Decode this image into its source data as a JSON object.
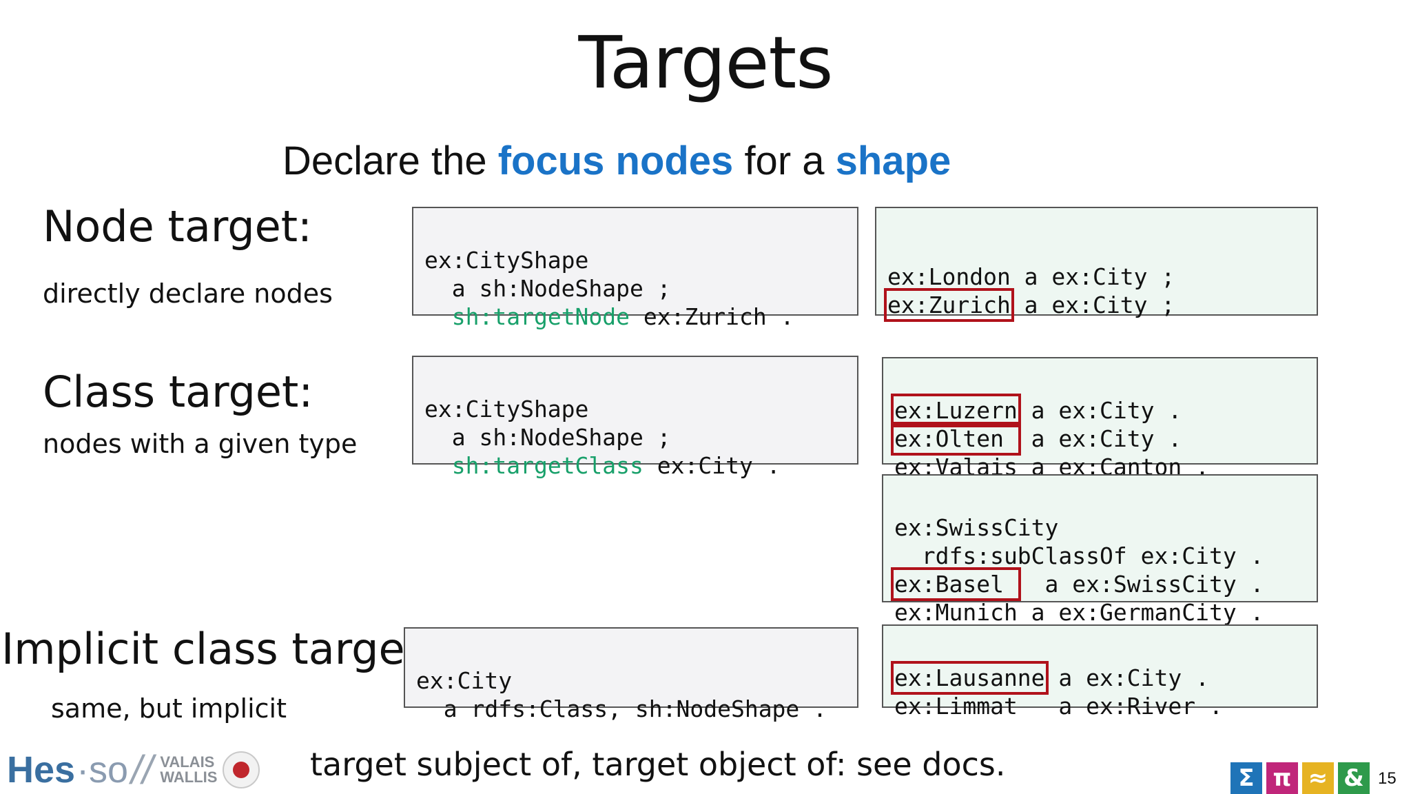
{
  "title": "Targets",
  "subtitle": {
    "part1": "Declare the ",
    "focus": "focus nodes",
    "part2": " for a ",
    "shape": "shape"
  },
  "sections": {
    "node": {
      "title": "Node target:",
      "desc": "directly declare nodes"
    },
    "class": {
      "title": "Class target:",
      "desc": "nodes with a given type"
    },
    "implicit": {
      "title": "Implicit class target:",
      "desc": "same, but implicit"
    }
  },
  "code": {
    "node_shape": {
      "l1": "ex:CityShape",
      "l2": "  a sh:NodeShape ;",
      "l3_indent": "  ",
      "l3_kw": "sh:targetNode",
      "l3_rest": " ex:Zurich ."
    },
    "node_data": {
      "l1_a": "ex:London",
      "l1_b": " a ex:City ;",
      "l2_a": "ex:Zurich",
      "l2_b": " a ex:City ;"
    },
    "class_shape": {
      "l1": "ex:CityShape",
      "l2": "  a sh:NodeShape ;",
      "l3_indent": "  ",
      "l3_kw": "sh:targetClass",
      "l3_rest": " ex:City ."
    },
    "class_data1": {
      "l1_a": "ex:Luzern",
      "l1_b": " a ex:City .",
      "l2_a": "ex:Olten ",
      "l2_b": " a ex:City .",
      "l3": "ex:Valais a ex:Canton ."
    },
    "class_data2": {
      "l1": "ex:SwissCity",
      "l2": "  rdfs:subClassOf ex:City .",
      "l3_a": "ex:Basel ",
      "l3_b": "  a ex:SwissCity .",
      "l4": "ex:Munich a ex:GermanCity ."
    },
    "implicit_shape": {
      "l1": "ex:City",
      "l2": "  a rdfs:Class, sh:NodeShape ."
    },
    "implicit_data": {
      "l1_a": "ex:Lausanne",
      "l1_b": " a ex:City .",
      "l2": "ex:Limmat   a ex:River ."
    }
  },
  "footer": {
    "text": "target subject of, target object of: see docs.",
    "logo_hes": "Hes",
    "logo_so": "·so",
    "logo_slash": "//",
    "logo_valais": "VALAIS",
    "logo_wallis": "WALLIS"
  },
  "tiles": [
    {
      "symbol": "Σ",
      "color": "#1f74b8",
      "icon": "sigma-icon"
    },
    {
      "symbol": "π",
      "color": "#c0267a",
      "icon": "pi-icon"
    },
    {
      "symbol": "≈",
      "color": "#e6b322",
      "icon": "approx-icon"
    },
    {
      "symbol": "&",
      "color": "#2e9a4b",
      "icon": "ampersand-icon"
    }
  ],
  "page_number": "15",
  "colors": {
    "accent_blue": "#1a73c7",
    "keyword_green": "#18a06a",
    "highlight_red": "#b0121b"
  }
}
